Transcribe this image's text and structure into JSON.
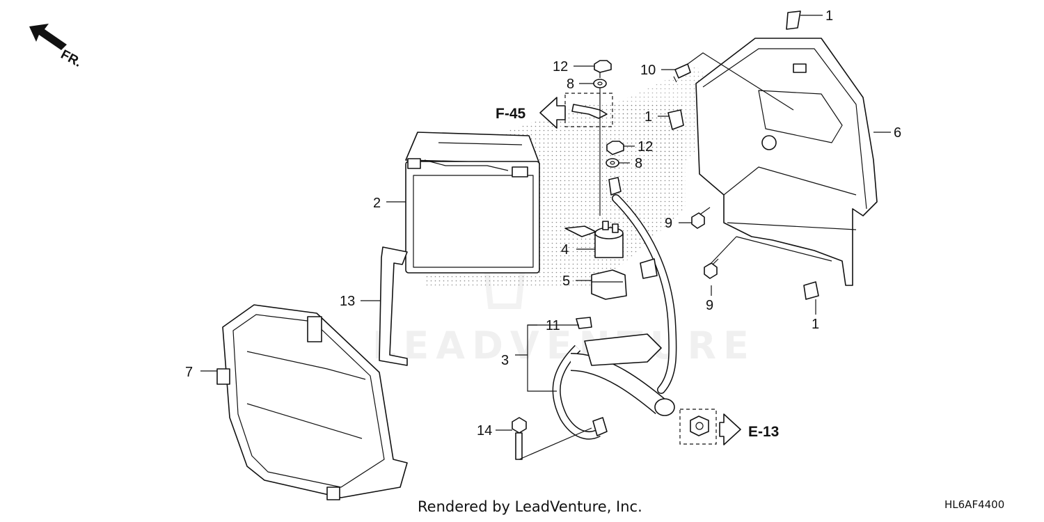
{
  "orientation_label": "FR.",
  "callouts": [
    {
      "id": "c1a",
      "text": "1"
    },
    {
      "id": "c1b",
      "text": "1"
    },
    {
      "id": "c1c",
      "text": "1"
    },
    {
      "id": "c2",
      "text": "2"
    },
    {
      "id": "c3",
      "text": "3"
    },
    {
      "id": "c4",
      "text": "4"
    },
    {
      "id": "c5",
      "text": "5"
    },
    {
      "id": "c6",
      "text": "6"
    },
    {
      "id": "c7",
      "text": "7"
    },
    {
      "id": "c8a",
      "text": "8"
    },
    {
      "id": "c8b",
      "text": "8"
    },
    {
      "id": "c9a",
      "text": "9"
    },
    {
      "id": "c9b",
      "text": "9"
    },
    {
      "id": "c10",
      "text": "10"
    },
    {
      "id": "c11",
      "text": "11"
    },
    {
      "id": "c12a",
      "text": "12"
    },
    {
      "id": "c12b",
      "text": "12"
    },
    {
      "id": "c13",
      "text": "13"
    },
    {
      "id": "c14",
      "text": "14"
    }
  ],
  "references": {
    "left": "F-45",
    "right": "E-13"
  },
  "watermark": "LEADVENTURE",
  "footer": {
    "credit": "Rendered by LeadVenture, Inc.",
    "diagram_code": "HL6AF4400"
  }
}
